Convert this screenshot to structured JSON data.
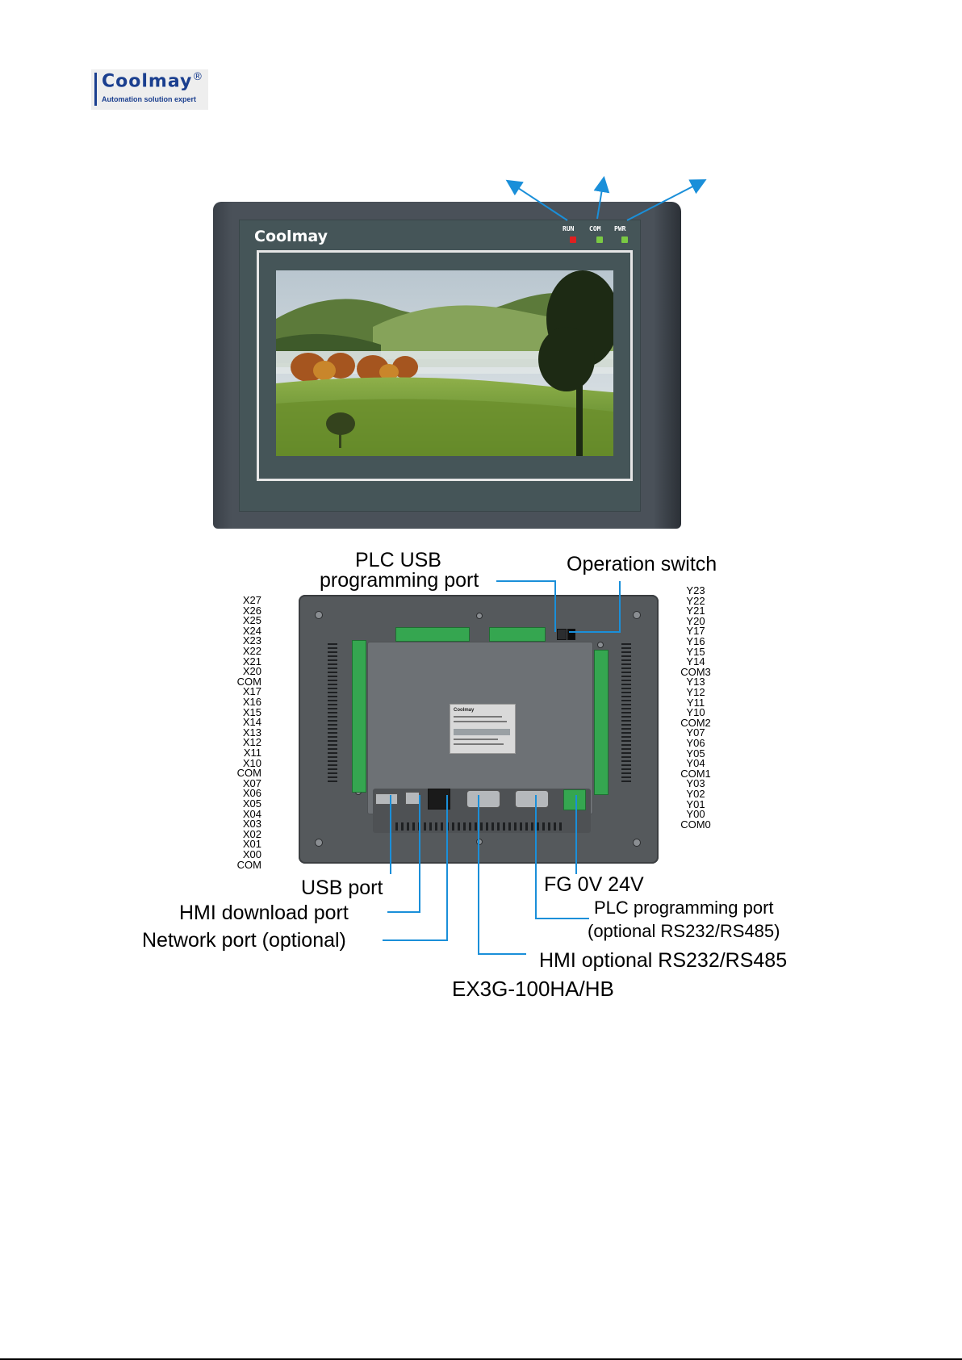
{
  "logo": {
    "brand": "Coolmay",
    "registered": "®",
    "tagline": "Automation solution expert"
  },
  "front_panel": {
    "brand": "Coolmay",
    "led_labels": [
      "RUN",
      "COM",
      "PWR"
    ],
    "led_colors": [
      "#e02020",
      "#7ac943",
      "#7ac943"
    ]
  },
  "back_panel": {
    "label_title": "Coolmay"
  },
  "callouts": {
    "plc_usb": [
      "PLC USB",
      "programming port"
    ],
    "operation_switch": "Operation switch",
    "usb_port": "USB port",
    "hmi_download": "HMI download port",
    "network_port": "Network port (optional)",
    "power": "FG 0V 24V",
    "plc_prog": [
      "PLC programming port",
      "(optional RS232/RS485)"
    ],
    "hmi_optional": "HMI optional RS232/RS485"
  },
  "inputs": [
    "X27",
    "X26",
    "X25",
    "X24",
    "X23",
    "X22",
    "X21",
    "X20",
    "COM",
    "X17",
    "X16",
    "X15",
    "X14",
    "X13",
    "X12",
    "X11",
    "X10",
    "COM",
    "X07",
    "X06",
    "X05",
    "X04",
    "X03",
    "X02",
    "X01",
    "X00",
    "COM"
  ],
  "outputs": [
    "Y23",
    "Y22",
    "Y21",
    "Y20",
    "Y17",
    "Y16",
    "Y15",
    "Y14",
    "COM3",
    "Y13",
    "Y12",
    "Y11",
    "Y10",
    "COM2",
    "Y07",
    "Y06",
    "Y05",
    "Y04",
    "COM1",
    "Y03",
    "Y02",
    "Y01",
    "Y00",
    "COM0"
  ],
  "model": "EX3G-100HA/HB"
}
